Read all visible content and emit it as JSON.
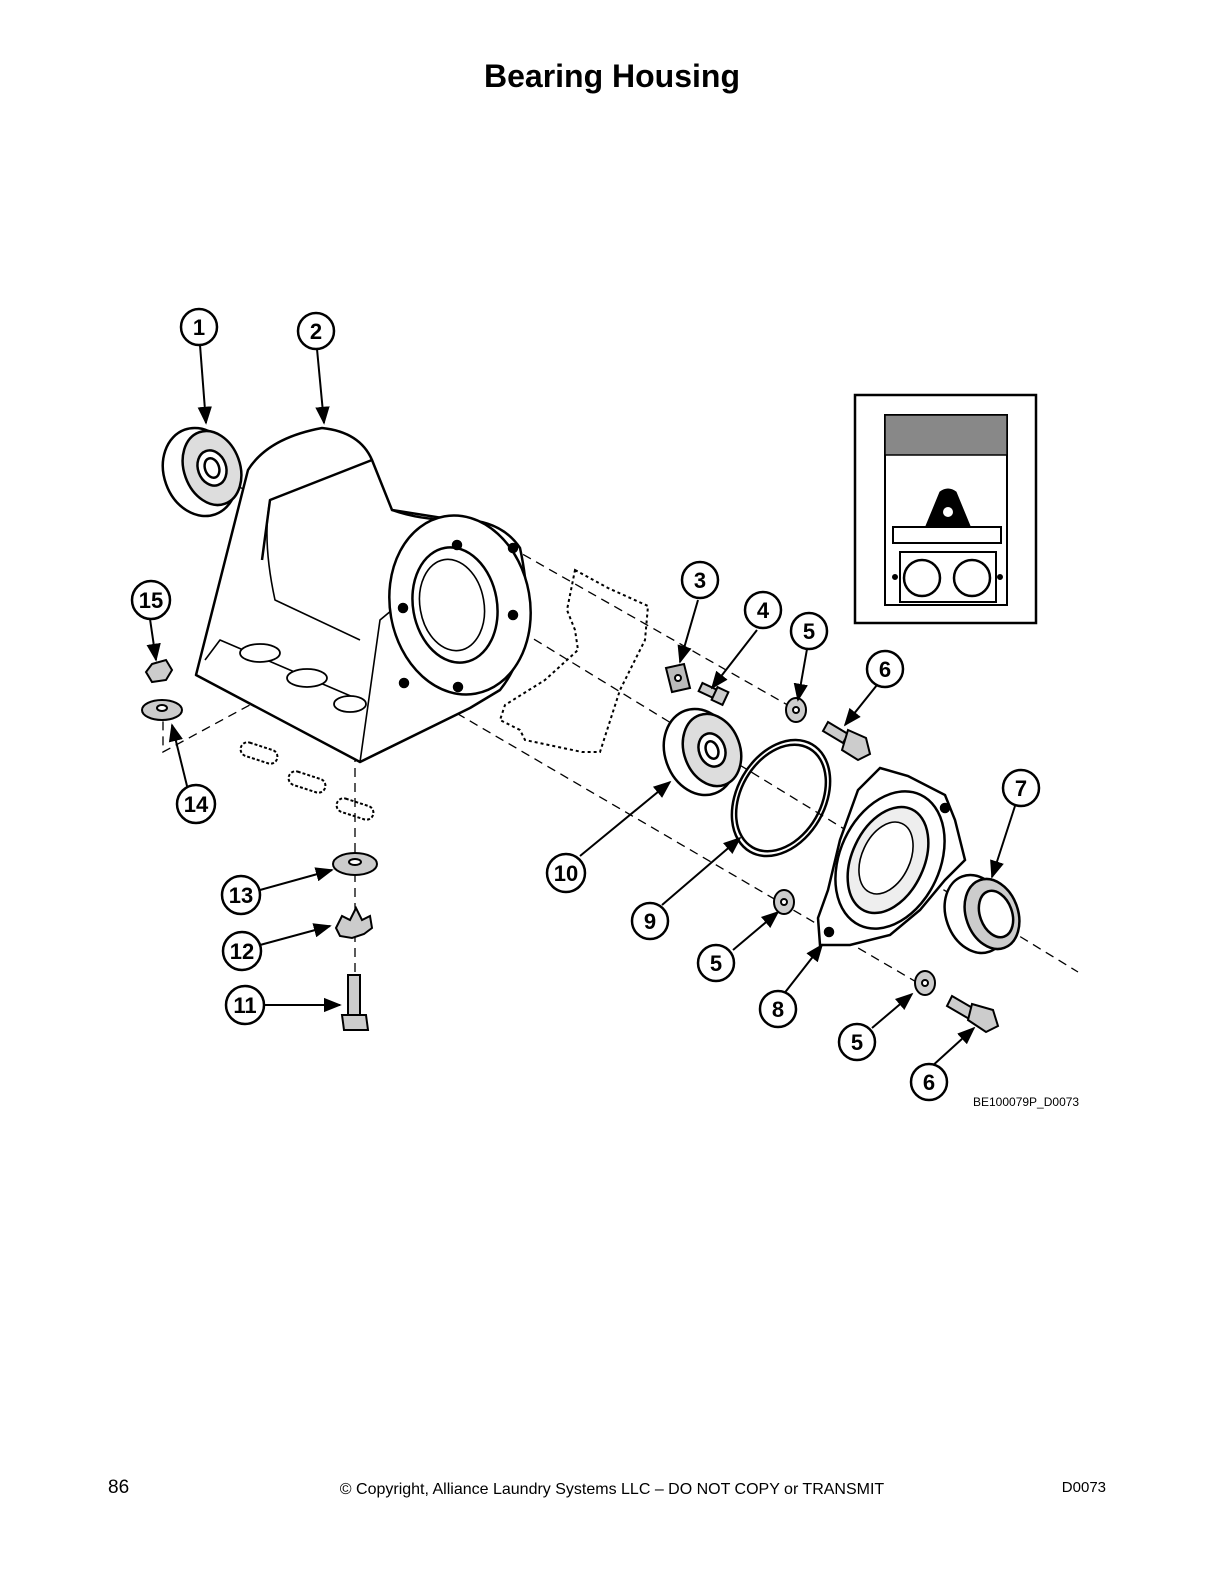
{
  "page": {
    "title": "Bearing Housing",
    "page_number": "86",
    "copyright": "© Copyright, Alliance Laundry Systems LLC – DO NOT COPY or TRANSMIT",
    "doc_code": "D0073"
  },
  "figure": {
    "figure_id": "BE100079P_D0073",
    "callouts": [
      "1",
      "2",
      "3",
      "4",
      "5",
      "6",
      "7",
      "8",
      "9",
      "10",
      "11",
      "12",
      "13",
      "14",
      "15"
    ]
  }
}
